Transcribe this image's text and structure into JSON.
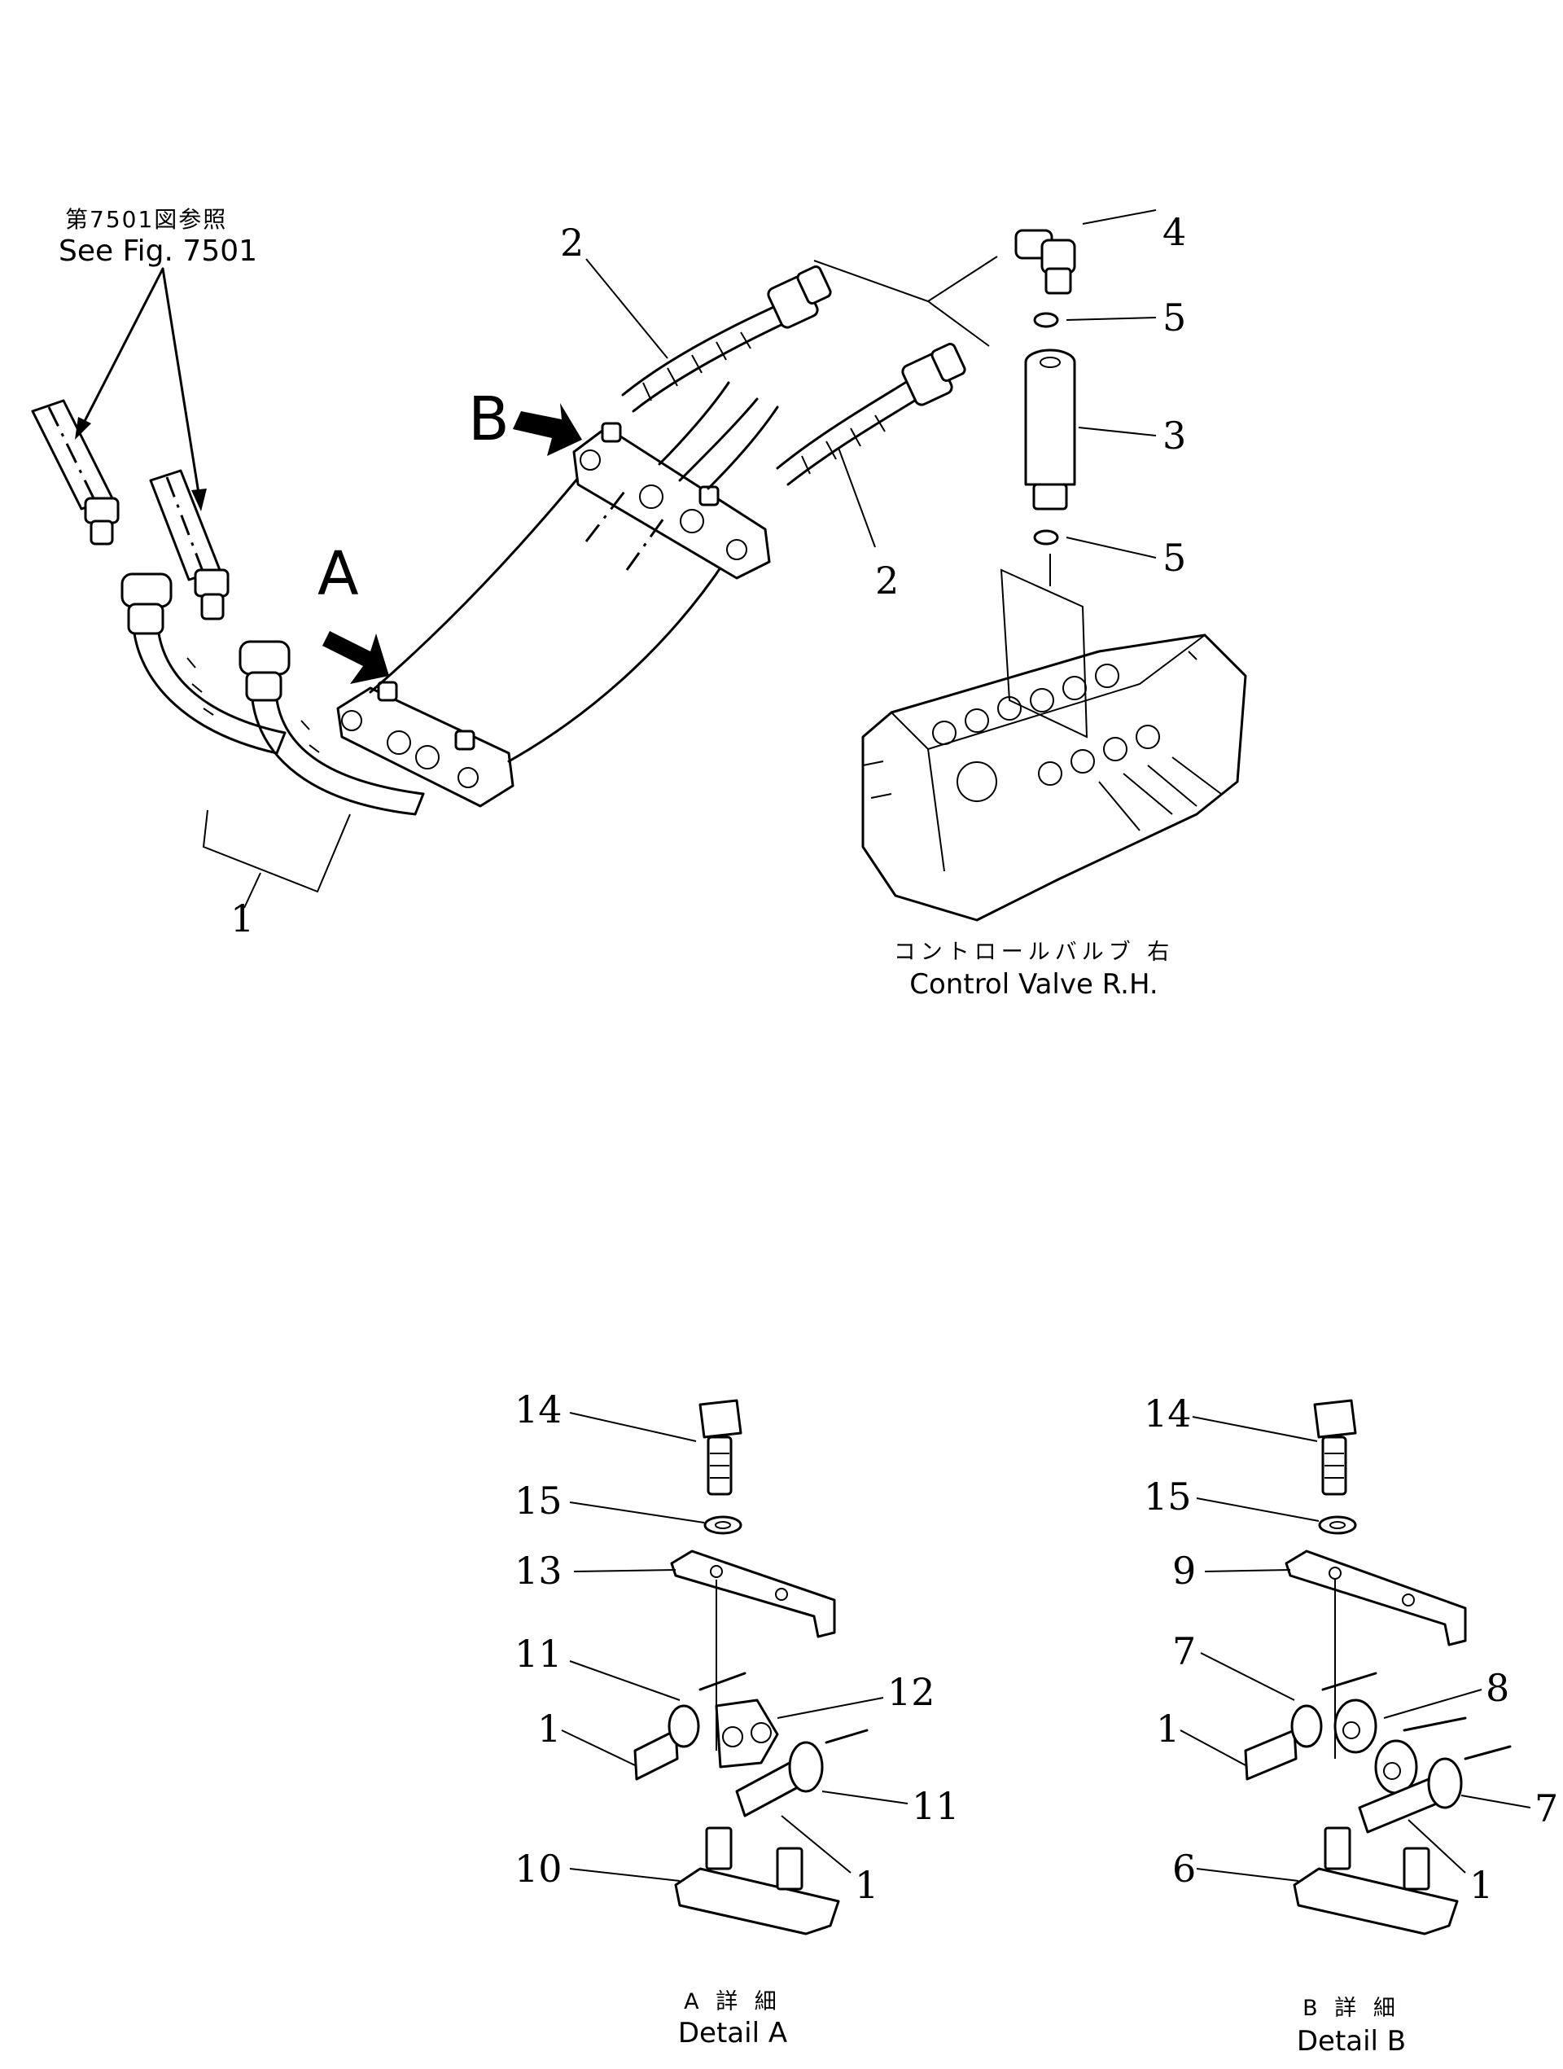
{
  "references": {
    "see_fig_jp": "第7501図参照",
    "see_fig_en": "See Fig. 7501"
  },
  "view_markers": {
    "a": "A",
    "b": "B"
  },
  "control_valve": {
    "jp": "コントロールバルブ 右",
    "en": "Control Valve R.H."
  },
  "detail_a": {
    "jp": "A 詳 細",
    "en": "Detail A"
  },
  "detail_b": {
    "jp": "B 詳 細",
    "en": "Detail B"
  },
  "callouts": {
    "main_1": "1",
    "main_2a": "2",
    "main_2b": "2",
    "main_3": "3",
    "main_4": "4",
    "main_5a": "5",
    "main_5b": "5",
    "da_14": "14",
    "da_15": "15",
    "da_13": "13",
    "da_11a": "11",
    "da_1a": "1",
    "da_12": "12",
    "da_11b": "11",
    "da_10": "10",
    "da_1b": "1",
    "db_14": "14",
    "db_15": "15",
    "db_9": "9",
    "db_7a": "7",
    "db_1a": "1",
    "db_8": "8",
    "db_7b": "7",
    "db_6": "6",
    "db_1b": "1"
  }
}
